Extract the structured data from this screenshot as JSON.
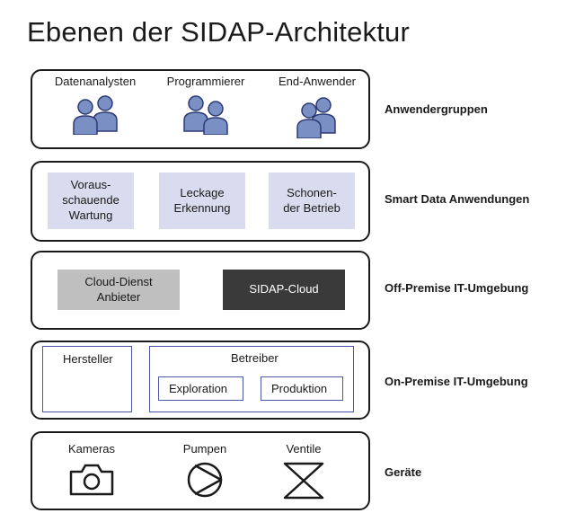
{
  "title": "Ebenen der SIDAP-Architektur",
  "colors": {
    "user_fill": "#7a8fc4",
    "user_stroke": "#2c3a73",
    "app_box": "#d9dcef",
    "cloud_provider": "#bfbfbf",
    "sidap_cloud": "#3a3a3a",
    "inner_border": "#4a5aa8"
  },
  "layers": {
    "users": {
      "label": "Anwendergruppen",
      "groups": [
        {
          "label": "Datenanalysten",
          "icon": "users-icon"
        },
        {
          "label": "Programmierer",
          "icon": "users-icon"
        },
        {
          "label": "End-Anwender",
          "icon": "users-icon"
        }
      ]
    },
    "apps": {
      "label": "Smart Data Anwendungen",
      "items": [
        "Voraus-\nschauende\nWartung",
        "Leckage\nErkennung",
        "Schonen-\nder Betrieb"
      ]
    },
    "offprem": {
      "label": "Off-Premise IT-Umgebung",
      "provider": "Cloud-Dienst\nAnbieter",
      "cloud": "SIDAP-Cloud"
    },
    "onprem": {
      "label": "On-Premise IT-Umgebung",
      "manufacturer": "Hersteller",
      "operator": "Betreiber",
      "exploration": "Exploration",
      "production": "Produktion"
    },
    "devices": {
      "label": "Geräte",
      "items": [
        {
          "label": "Kameras",
          "icon": "camera-icon"
        },
        {
          "label": "Pumpen",
          "icon": "pump-icon"
        },
        {
          "label": "Ventile",
          "icon": "valve-icon"
        }
      ]
    }
  }
}
